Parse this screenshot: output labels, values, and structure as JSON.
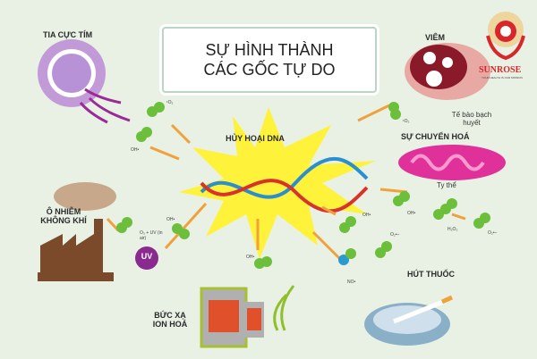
{
  "title": {
    "line1": "SỰ HÌNH THÀNH",
    "line2": "CÁC GỐC TỰ DO"
  },
  "logo": {
    "name": "SUNROSE",
    "tagline": "YOUR HEALTH IS OUR MISSION"
  },
  "sources": {
    "uv": "TIA CỰC TÍM",
    "inflammation": "VIÊM",
    "lymph_cell": "Tế bào bạch huyết",
    "metabolism": "SỰ CHUYỂN HOÁ",
    "mitochondria": "Ty thể",
    "pollution": "Ô NHIỄM KHÔNG KHÍ",
    "radiation": "BỨC XẠ ION HOÁ",
    "smoking": "HÚT THUỐC"
  },
  "center": "HỦY HOẠI DNA",
  "uv_badge": "UV",
  "molecules": {
    "singlet_oxygen": "¹O₂",
    "hydroxyl": "OH•",
    "ozone_uv": "O₃ + UV (in air)",
    "peroxide": "H₂O₂",
    "superoxide": "O₂•−",
    "nitric_oxide": "NO•"
  },
  "colors": {
    "background": "#e9f1e4",
    "arrow": "#f0a13a",
    "burst": "#fff23a",
    "molecule": "#6cbf3a",
    "uv": "#8a2a8f",
    "mitochondria": "#e0309a"
  }
}
